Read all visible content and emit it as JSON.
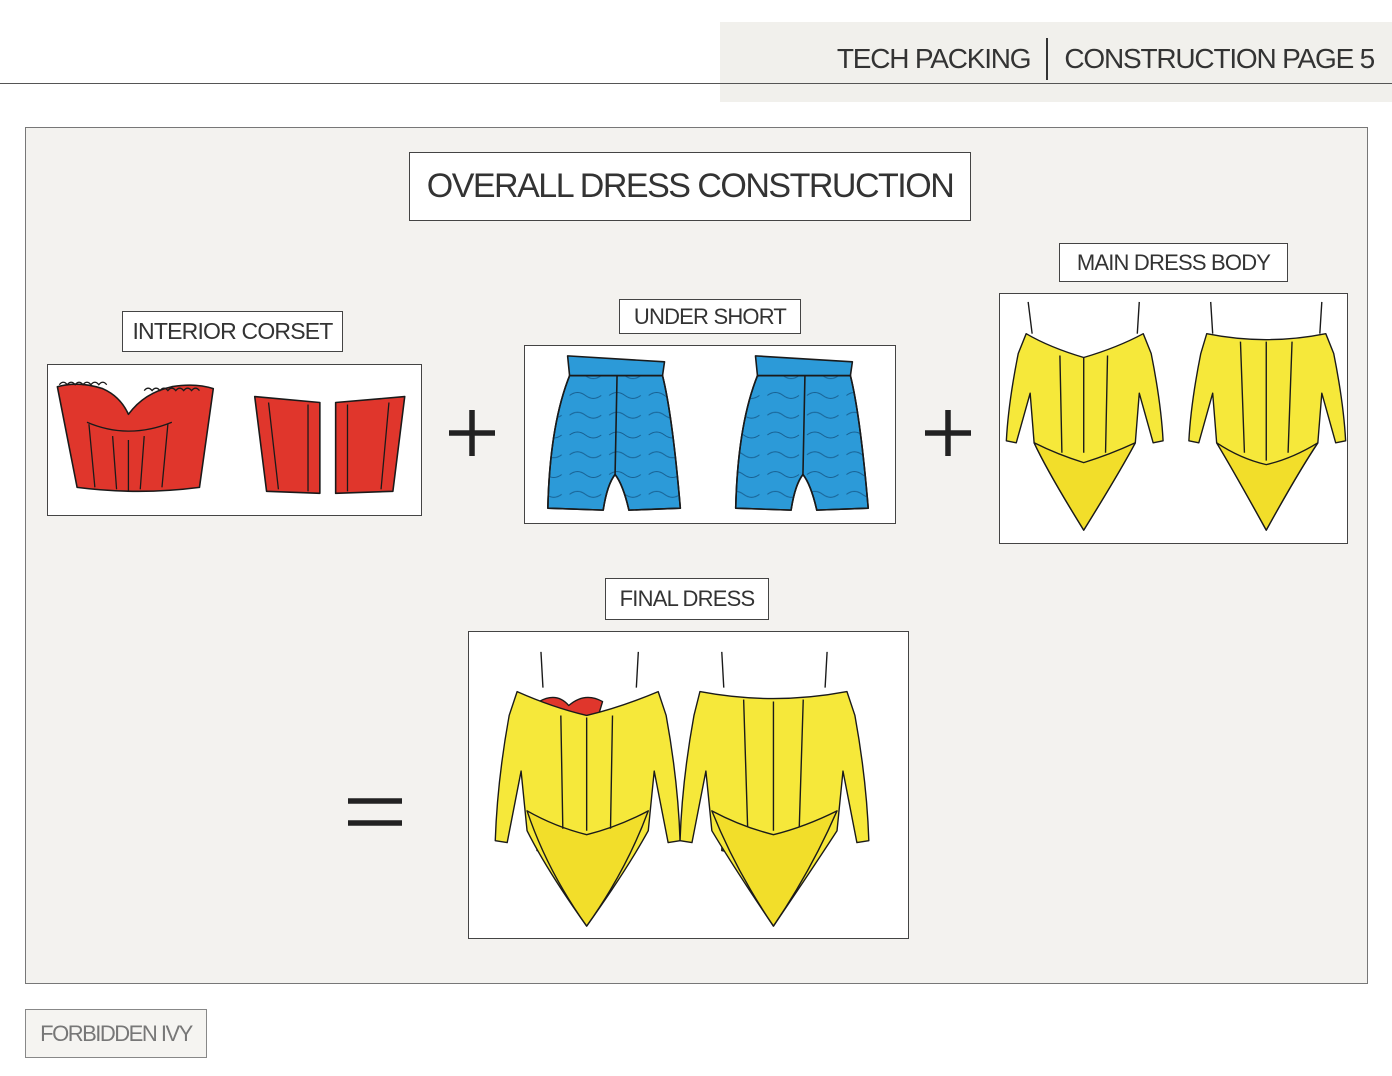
{
  "header": {
    "section": "TECH PACKING",
    "page": "CONSTRUCTION PAGE 5"
  },
  "main": {
    "title": "OVERALL DRESS CONSTRUCTION",
    "components": [
      {
        "label": "INTERIOR CORSET",
        "color": "#e0362c"
      },
      {
        "label": "UNDER SHORT",
        "color": "#2c9ad8"
      },
      {
        "label": "MAIN DRESS BODY",
        "color": "#f6e83a"
      }
    ],
    "result": {
      "label": "FINAL DRESS"
    },
    "operators": {
      "plus": "+",
      "equals": "="
    }
  },
  "footer": {
    "brand": "FORBIDDEN IVY"
  }
}
